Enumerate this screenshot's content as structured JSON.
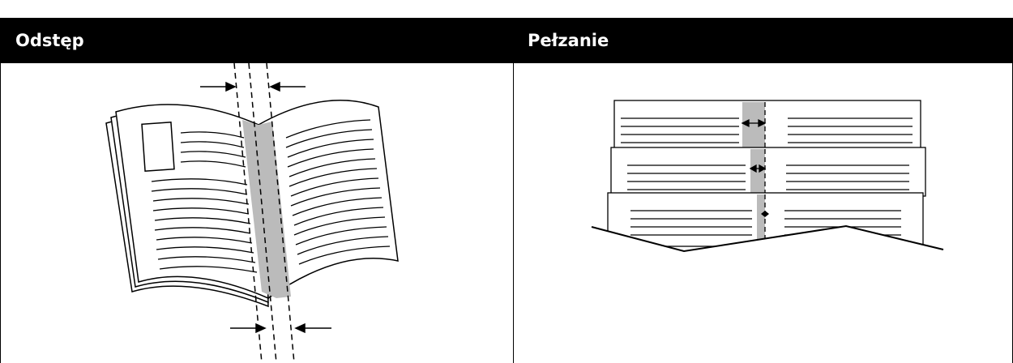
{
  "table": {
    "headers": [
      "Odstęp",
      "Pełzanie"
    ]
  },
  "colors": {
    "header_bg": "#000000",
    "header_text": "#ffffff",
    "gutter_gray": "#bbbbbb",
    "line": "#000000"
  },
  "icons": {
    "left_illustration": "open-booklet-gutter-illustration",
    "right_illustration": "stacked-pages-creep-illustration"
  }
}
